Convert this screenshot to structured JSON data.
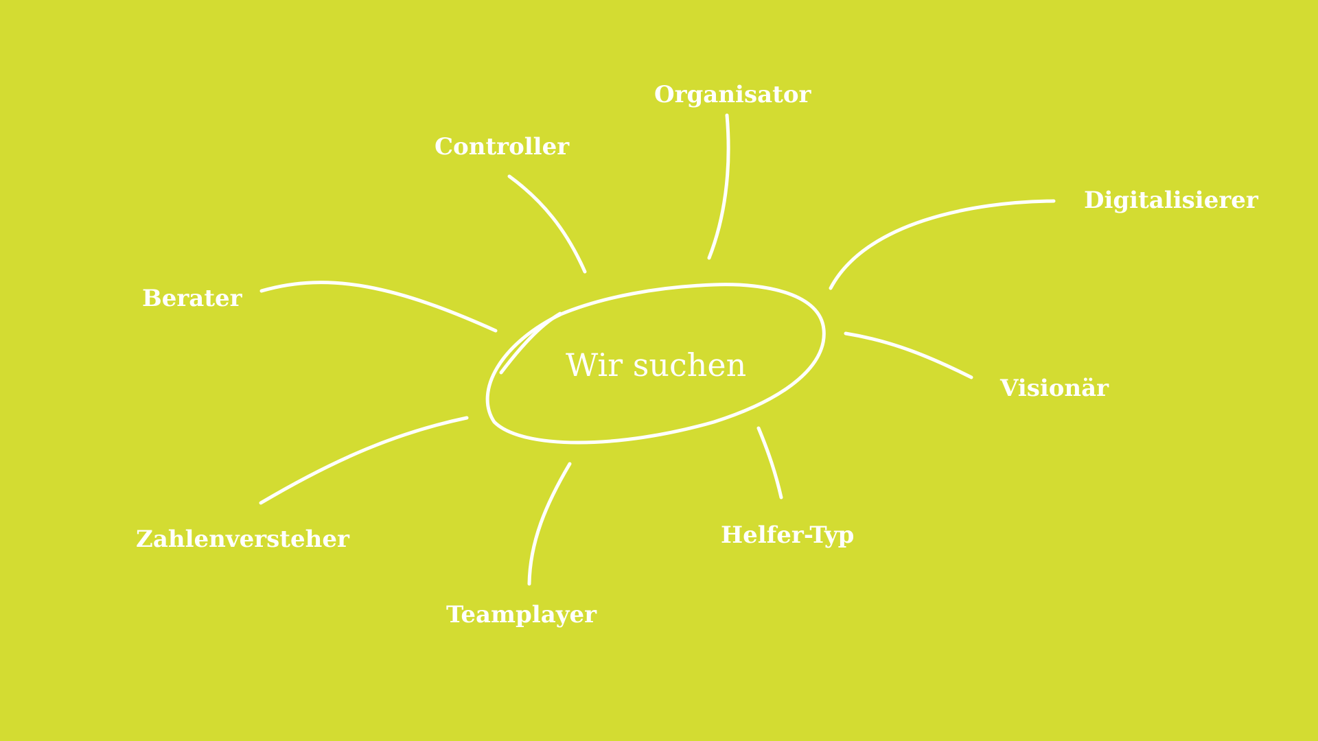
{
  "theme": {
    "background": "#d3dc32",
    "foreground": "#ffffff"
  },
  "center": {
    "label": "Wir suchen"
  },
  "branches": [
    {
      "id": "organisator",
      "label": "Organisator"
    },
    {
      "id": "controller",
      "label": "Controller"
    },
    {
      "id": "digitalisierer",
      "label": "Digitalisierer"
    },
    {
      "id": "berater",
      "label": "Berater"
    },
    {
      "id": "visionaer",
      "label": "Visionär"
    },
    {
      "id": "zahlenversteher",
      "label": "Zahlenversteher"
    },
    {
      "id": "helfer-typ",
      "label": "Helfer-Typ"
    },
    {
      "id": "teamplayer",
      "label": "Teamplayer"
    }
  ]
}
